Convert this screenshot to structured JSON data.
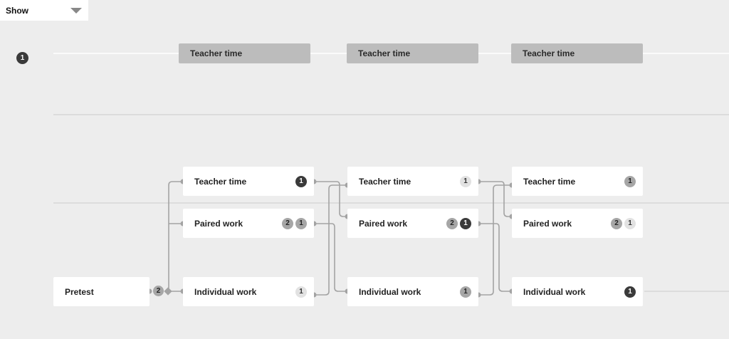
{
  "dropdown": {
    "label": "Show"
  },
  "row_number": "1",
  "headers": [
    "Teacher time",
    "Teacher time",
    "Teacher time"
  ],
  "pretest": {
    "label": "Pretest",
    "badge": "2"
  },
  "columns": [
    {
      "nodes": [
        {
          "label": "Teacher time",
          "badges": [
            {
              "text": "1",
              "tone": "dark"
            }
          ]
        },
        {
          "label": "Paired work",
          "badges": [
            {
              "text": "2",
              "tone": "mid"
            },
            {
              "text": "1",
              "tone": "mid"
            }
          ]
        },
        {
          "label": "Individual work",
          "badges": [
            {
              "text": "1",
              "tone": "light"
            }
          ]
        }
      ]
    },
    {
      "nodes": [
        {
          "label": "Teacher time",
          "badges": [
            {
              "text": "1",
              "tone": "light"
            }
          ]
        },
        {
          "label": "Paired work",
          "badges": [
            {
              "text": "2",
              "tone": "mid"
            },
            {
              "text": "1",
              "tone": "dark"
            }
          ]
        },
        {
          "label": "Individual work",
          "badges": [
            {
              "text": "1",
              "tone": "mid"
            }
          ]
        }
      ]
    },
    {
      "nodes": [
        {
          "label": "Teacher time",
          "badges": [
            {
              "text": "1",
              "tone": "mid"
            }
          ]
        },
        {
          "label": "Paired work",
          "badges": [
            {
              "text": "2",
              "tone": "mid"
            },
            {
              "text": "1",
              "tone": "light"
            }
          ]
        },
        {
          "label": "Individual work",
          "badges": [
            {
              "text": "1",
              "tone": "dark"
            }
          ]
        }
      ]
    }
  ],
  "colors": {
    "background": "#ededed",
    "node": "#ffffff",
    "header": "#bcbcbc",
    "connector": "#a3a3a3",
    "badge_dark": "#3a3a3a"
  }
}
